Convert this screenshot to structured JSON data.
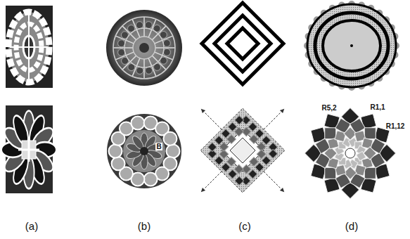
{
  "diagram": {
    "labels": [
      "(a)",
      "(b)",
      "(c)",
      "(d)",
      "B",
      "R5,2",
      "R1,1",
      "R1,12"
    ]
  }
}
